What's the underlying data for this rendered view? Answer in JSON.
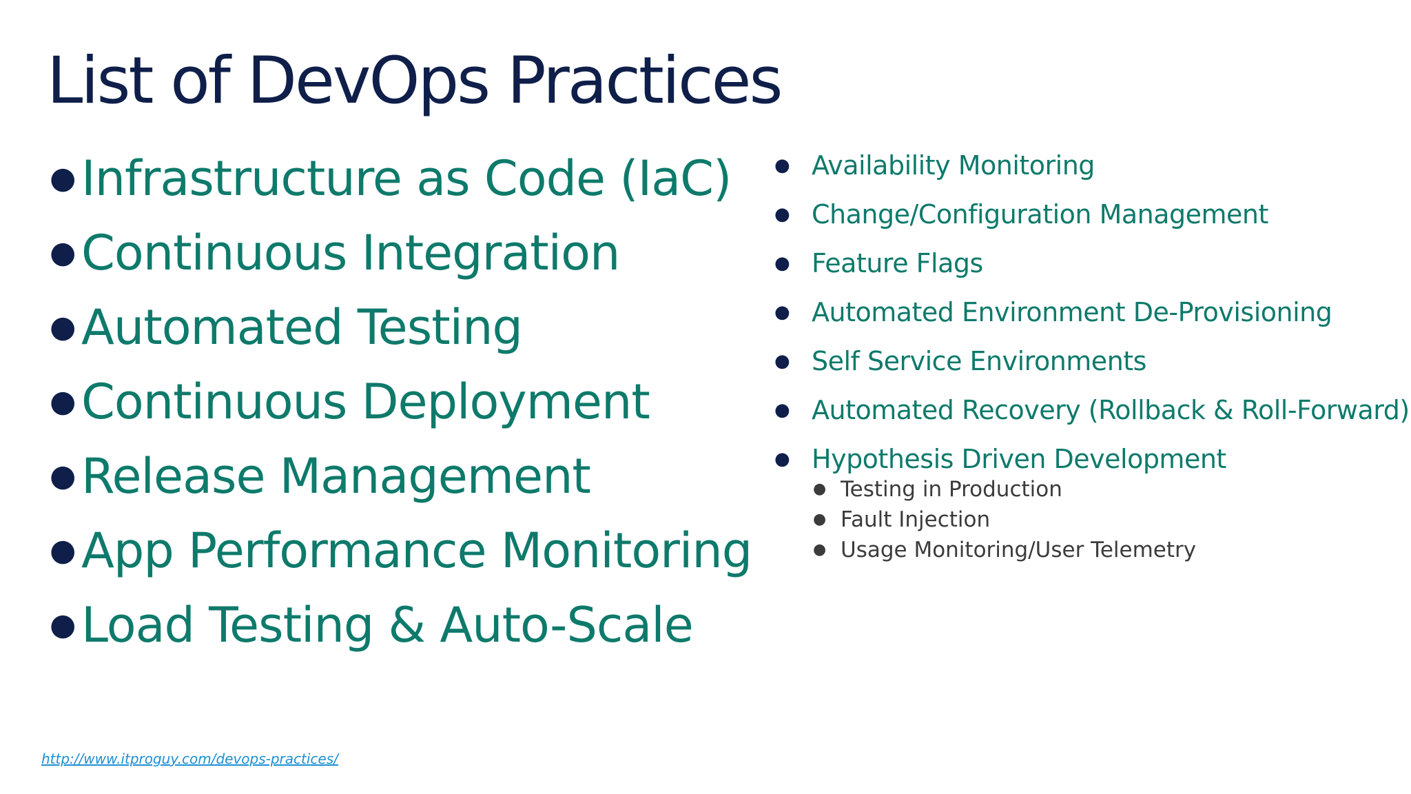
{
  "title": "List of DevOps Practices",
  "main_practices": [
    "Infrastructure as Code (IaC)",
    "Continuous Integration",
    "Automated Testing",
    "Continuous Deployment",
    "Release Management",
    "App Performance Monitoring",
    "Load Testing & Auto-Scale"
  ],
  "additional_practices": [
    "Availability Monitoring",
    "Change/Configuration Management",
    "Feature Flags",
    "Automated Environment De-Provisioning",
    "Self Service Environments",
    "Automated Recovery (Rollback & Roll-Forward)",
    "Hypothesis Driven Development"
  ],
  "hypothesis_subitems": [
    "Testing in Production",
    "Fault Injection",
    "Usage Monitoring/User Telemetry"
  ],
  "source_link": "http://www.itproguy.com/devops-practices/",
  "colors": {
    "title": "#0f1f4a",
    "item_text": "#0e7a6b",
    "subitem_text": "#3b3b3b",
    "link": "#1e8fd3"
  }
}
